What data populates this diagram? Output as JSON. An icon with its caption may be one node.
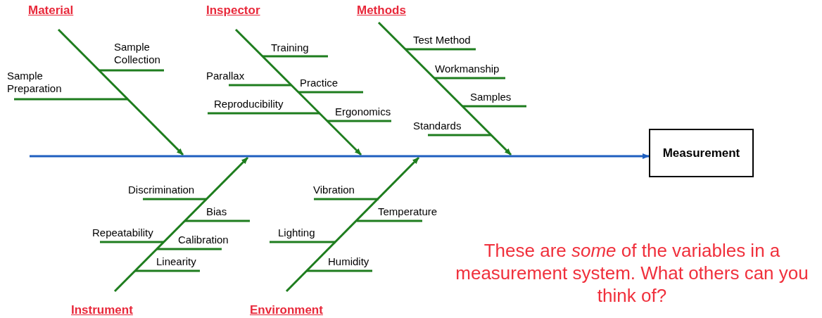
{
  "diagram": {
    "nodes": [
      {
        "text": [
          "Material"
        ]
      },
      {
        "text": [
          "Inspector"
        ]
      },
      {
        "text": [
          "Methods"
        ]
      },
      {
        "text": [
          "Instrument"
        ]
      },
      {
        "text": [
          "Environment"
        ]
      },
      {
        "text": [
          "Measurement"
        ]
      }
    ],
    "edges": [
      {
        "from": 0,
        "to": null,
        "arrow": "to"
      },
      {
        "from": 1,
        "to": null,
        "arrow": "to"
      },
      {
        "from": 2,
        "to": null,
        "arrow": "to"
      },
      {
        "from": 3,
        "to": null,
        "arrow": "to"
      },
      {
        "from": 4,
        "to": null,
        "arrow": "to"
      },
      {
        "from": null,
        "to": 5,
        "arrow": "to",
        "color": "#1f5fbf"
      }
    ],
    "labels": [
      "Sample Collection",
      "Sample Preparation",
      "Training",
      "Parallax",
      "Practice",
      "Reproducibility",
      "Ergonomics",
      "Test Method",
      "Workmanship",
      "Samples",
      "Standards",
      "Discrimination",
      "Bias",
      "Repeatability",
      "Calibration",
      "Linearity",
      "Vibration",
      "Temperature",
      "Lighting",
      "Humidity",
      "These are *some*  of the variables in a measurement system. What others can you think of?"
    ]
  }
}
